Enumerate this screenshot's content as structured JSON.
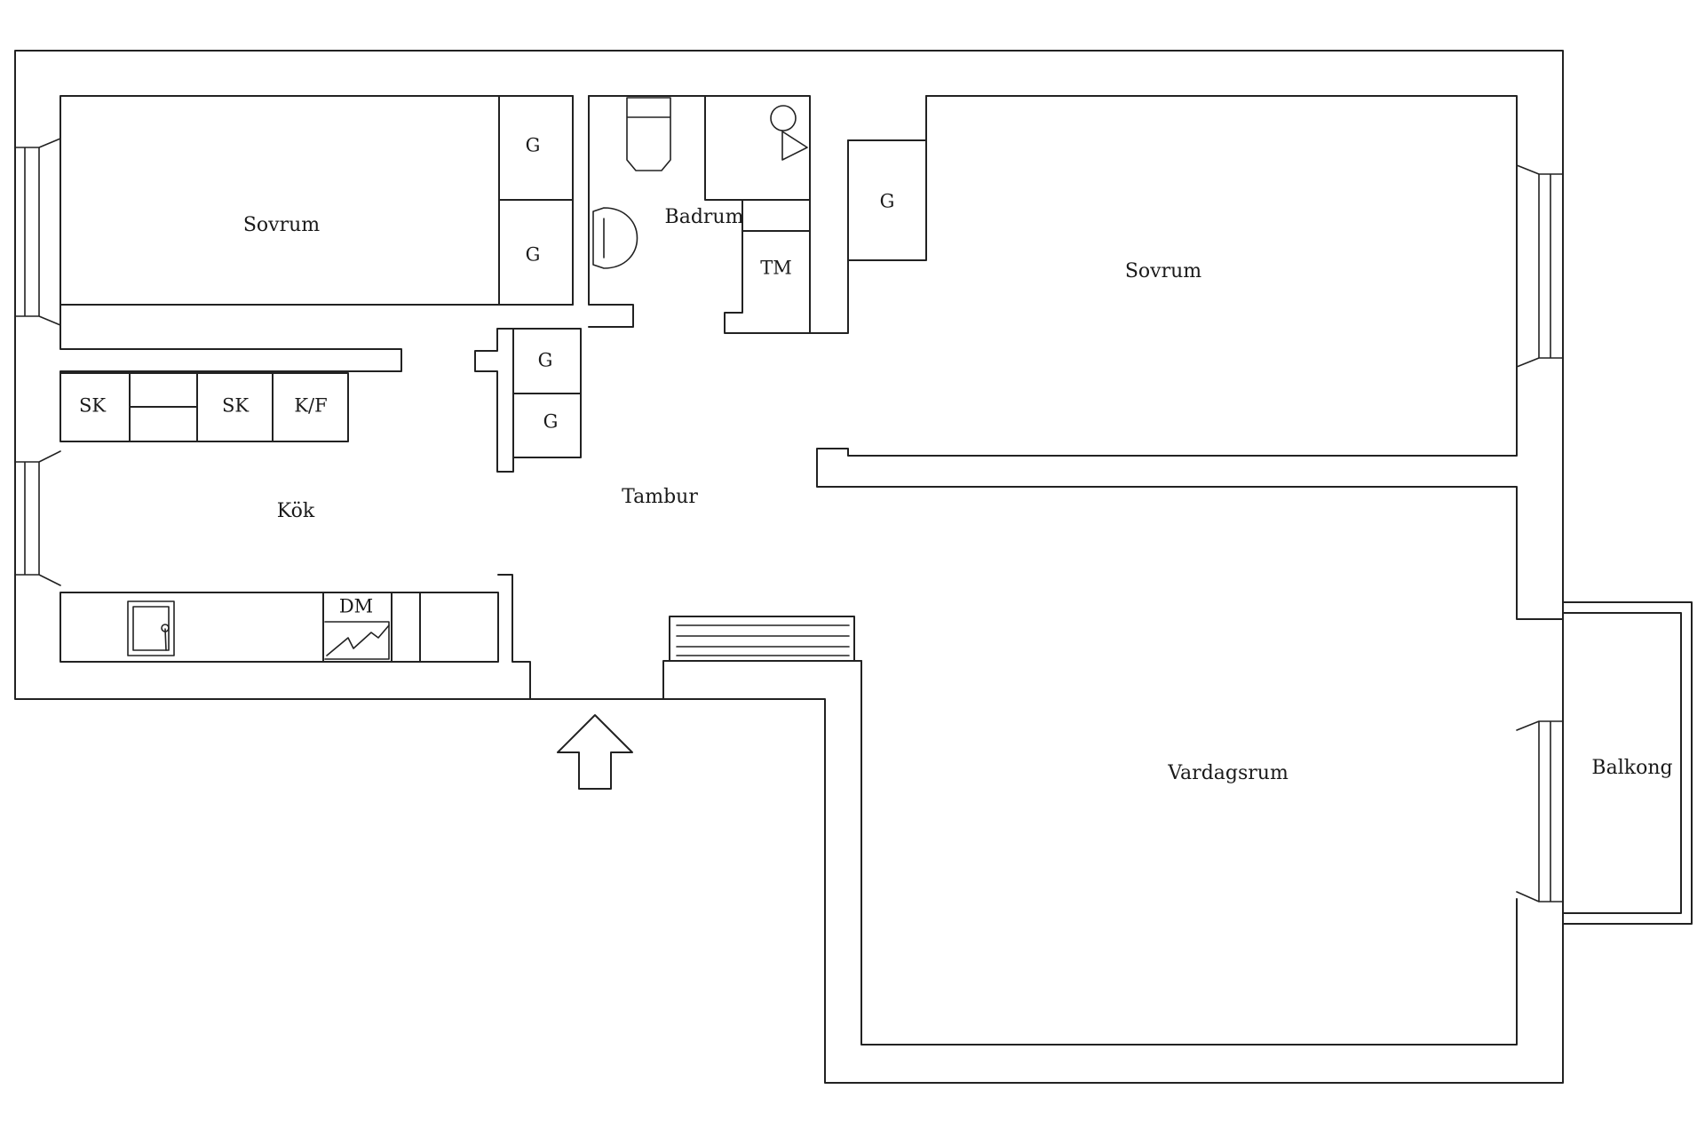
{
  "rooms": {
    "sovrum_left": "Sovrum",
    "sovrum_right": "Sovrum",
    "badrum": "Badrum",
    "kok": "Kök",
    "tambur": "Tambur",
    "vardagsrum": "Vardagsrum",
    "balkong": "Balkong"
  },
  "fixtures": {
    "wardrobe_g": "G",
    "sk": "SK",
    "kf": "K/F",
    "tm": "TM",
    "dm": "DM"
  },
  "colors": {
    "line": "#222222",
    "background": "#ffffff"
  }
}
